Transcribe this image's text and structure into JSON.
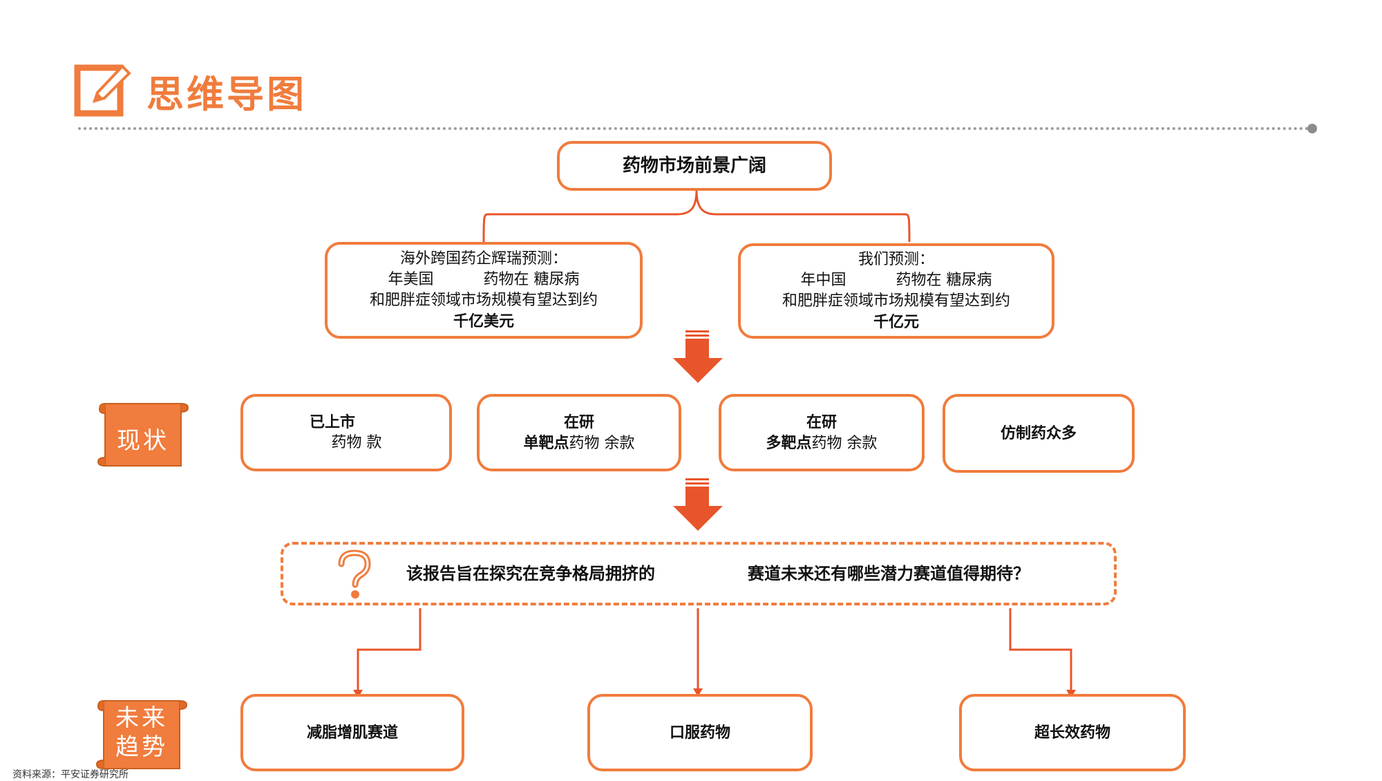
{
  "header": {
    "title": "思维导图"
  },
  "top_node": "药物市场前景广阔",
  "forecast_left": {
    "line1": "海外跨国药企辉瑞预测：",
    "line2a": "年美国",
    "line2b": "药物在  糖尿病",
    "line3": "和肥胖症领域市场规模有望达到约",
    "line4": "千亿美元"
  },
  "forecast_right": {
    "line1": "我们预测：",
    "line2a": "年中国",
    "line2b": "药物在  糖尿病",
    "line3": "和肥胖症领域市场规模有望达到约",
    "line4": "千亿元"
  },
  "status_label": "现状",
  "status_boxes": [
    {
      "line1": "已上市",
      "line2": "药物  款"
    },
    {
      "line1": "在研",
      "line2_bold": "单靶点",
      "line2": "药物   余款"
    },
    {
      "line1": "在研",
      "line2_bold": "多靶点",
      "line2": "药物   余款"
    },
    {
      "line1": "仿制药众多"
    }
  ],
  "question": {
    "part1": "该报告旨在探究在竞争格局拥挤的",
    "part2": "赛道未来还有哪些潜力赛道值得期待？"
  },
  "future_label_line1": "未来",
  "future_label_line2": "趋势",
  "future_boxes": [
    "减脂增肌赛道",
    "口服药物",
    "超长效药物"
  ],
  "source": "资料来源：平安证券研究所",
  "colors": {
    "accent": "#f07c3d",
    "arrow": "#e8552a",
    "line": "#e8552a",
    "scroll": "#f07c3d"
  },
  "icons": [
    "pencil-edit-icon",
    "question-mark-icon",
    "down-arrow-icon",
    "scroll-icon"
  ]
}
